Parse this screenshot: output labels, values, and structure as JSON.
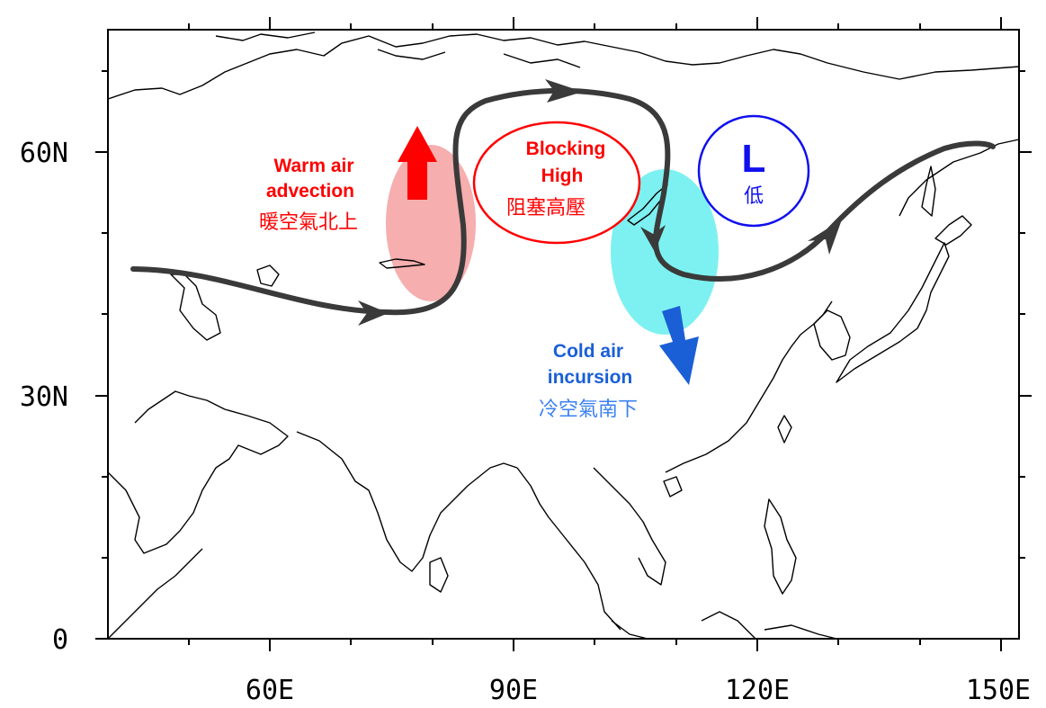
{
  "axes": {
    "x_ticks": [
      "60E",
      "90E",
      "120E",
      "150E"
    ],
    "y_ticks": [
      "60N",
      "30N",
      "0"
    ],
    "lon_range": [
      40,
      150
    ],
    "lat_range": [
      0,
      75
    ]
  },
  "labels": {
    "warm_advection": {
      "en_line1": "Warm air",
      "en_line2": "advection",
      "zh": "暖空氣北上"
    },
    "blocking_high": {
      "en_line1": "Blocking",
      "en_line2": "High",
      "zh": "阻塞高壓"
    },
    "low": {
      "symbol": "L",
      "zh": "低"
    },
    "cold_incursion": {
      "en_line1": "Cold air",
      "en_line2": "incursion",
      "zh": "冷空氣南下"
    }
  },
  "colors": {
    "warm": "#ff0000",
    "warm_region": "#f4a0a0",
    "cold": "#1a5fd6",
    "cold_region": "#6ff0f0",
    "low": "#1010ee",
    "jet_stream": "#3a3a3a"
  },
  "icons": {
    "warm_arrow": "arrow-up-icon",
    "cold_arrow": "arrow-down-right-icon",
    "jet": "jet-stream-arrow"
  }
}
